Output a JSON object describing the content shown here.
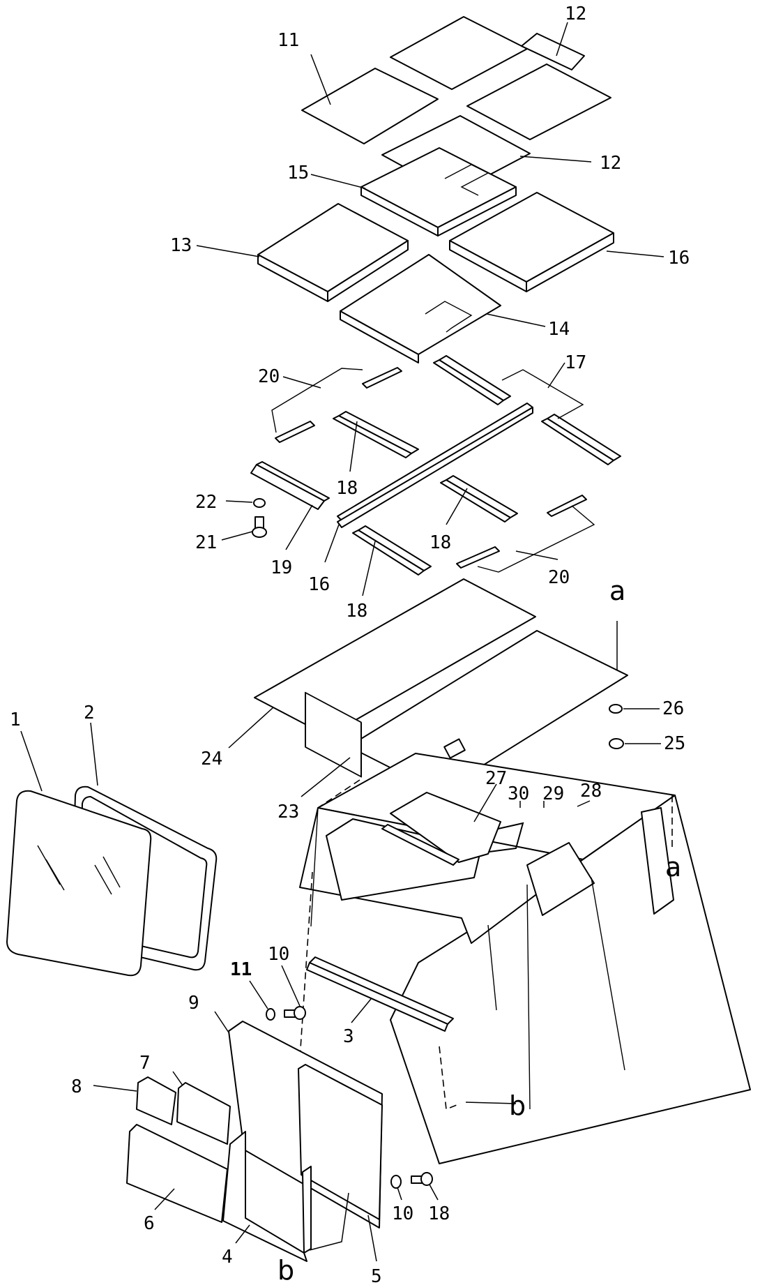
{
  "diagram": {
    "callouts": [
      {
        "id": "c1",
        "text": "1"
      },
      {
        "id": "c2",
        "text": "2"
      },
      {
        "id": "c3",
        "text": "3"
      },
      {
        "id": "c4",
        "text": "4"
      },
      {
        "id": "c5",
        "text": "5"
      },
      {
        "id": "c6",
        "text": "6"
      },
      {
        "id": "c7",
        "text": "7"
      },
      {
        "id": "c8",
        "text": "8"
      },
      {
        "id": "c9",
        "text": "9"
      },
      {
        "id": "c10a",
        "text": "10"
      },
      {
        "id": "c10b",
        "text": "10"
      },
      {
        "id": "c11a",
        "text": "11"
      },
      {
        "id": "c11b",
        "text": "11"
      },
      {
        "id": "c12a",
        "text": "12"
      },
      {
        "id": "c12b",
        "text": "12"
      },
      {
        "id": "c13",
        "text": "13"
      },
      {
        "id": "c14",
        "text": "14"
      },
      {
        "id": "c15",
        "text": "15"
      },
      {
        "id": "c16a",
        "text": "16"
      },
      {
        "id": "c16b",
        "text": "16"
      },
      {
        "id": "c17",
        "text": "17"
      },
      {
        "id": "c18a",
        "text": "18"
      },
      {
        "id": "c18b",
        "text": "18"
      },
      {
        "id": "c18c",
        "text": "18"
      },
      {
        "id": "c18d",
        "text": "18"
      },
      {
        "id": "c19",
        "text": "19"
      },
      {
        "id": "c20a",
        "text": "20"
      },
      {
        "id": "c20b",
        "text": "20"
      },
      {
        "id": "c21",
        "text": "21"
      },
      {
        "id": "c22",
        "text": "22"
      },
      {
        "id": "c23",
        "text": "23"
      },
      {
        "id": "c24",
        "text": "24"
      },
      {
        "id": "c25",
        "text": "25"
      },
      {
        "id": "c26",
        "text": "26"
      },
      {
        "id": "c27",
        "text": "27"
      },
      {
        "id": "c28",
        "text": "28"
      },
      {
        "id": "c29",
        "text": "29"
      },
      {
        "id": "c30",
        "text": "30"
      }
    ],
    "view_markers": [
      {
        "id": "a-top",
        "text": "a"
      },
      {
        "id": "a-side",
        "text": "a"
      },
      {
        "id": "b-side",
        "text": "b"
      },
      {
        "id": "b-bottom",
        "text": "b"
      }
    ]
  }
}
